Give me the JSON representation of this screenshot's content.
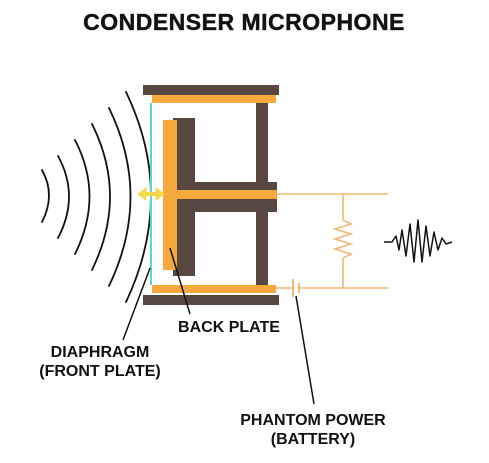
{
  "title": "CONDENSER  MICROPHONE",
  "labels": {
    "back_plate": "BACK PLATE",
    "diaphragm": "DIAPHRAGM",
    "front_plate": "(FRONT PLATE)",
    "phantom_power": "PHANTOM POWER",
    "battery": "(BATTERY)"
  },
  "colors": {
    "housing": "#574740",
    "plate": "#f5a93c",
    "wire": "#f3b875",
    "diaphragm": "#5fd3d9",
    "arrow": "#f5d84a",
    "waves": "#111111"
  }
}
